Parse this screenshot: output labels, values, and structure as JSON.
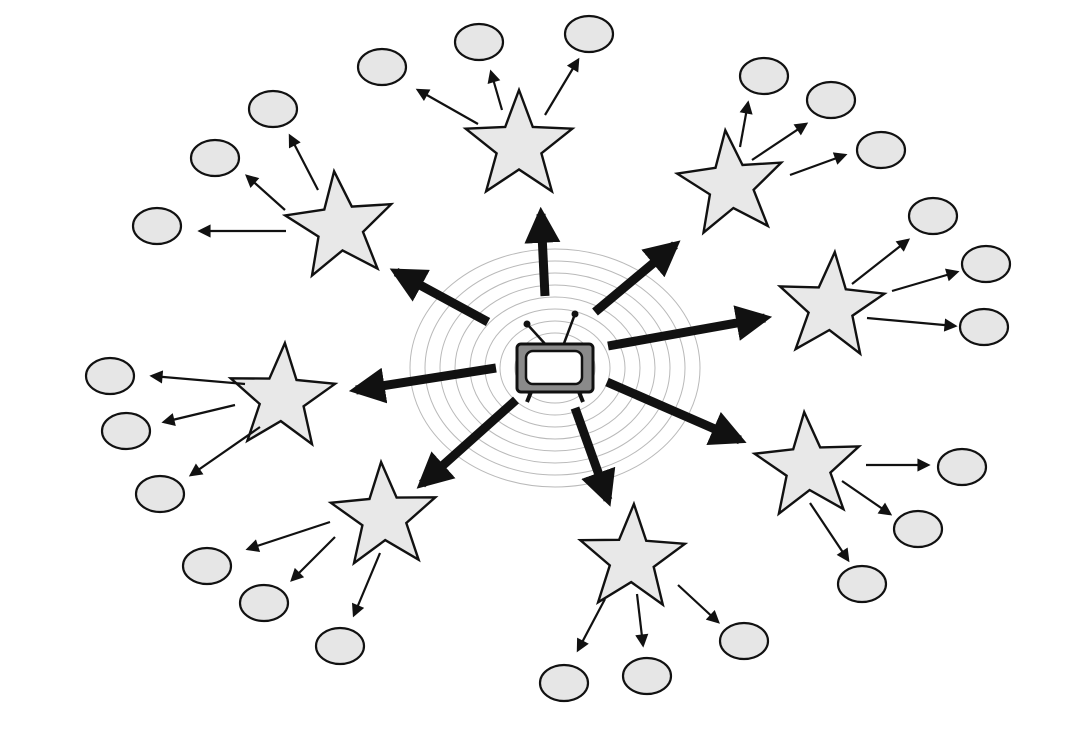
{
  "diagram": {
    "type": "broadcast-diffusion",
    "hub": {
      "icon": "television-icon"
    },
    "colors": {
      "line": "#111111",
      "star_fill": "#e8e8e8",
      "circle_fill": "#e6e6e6",
      "wave": "#b9b9b9"
    },
    "node_count": 8,
    "followers_per_node": 3
  }
}
